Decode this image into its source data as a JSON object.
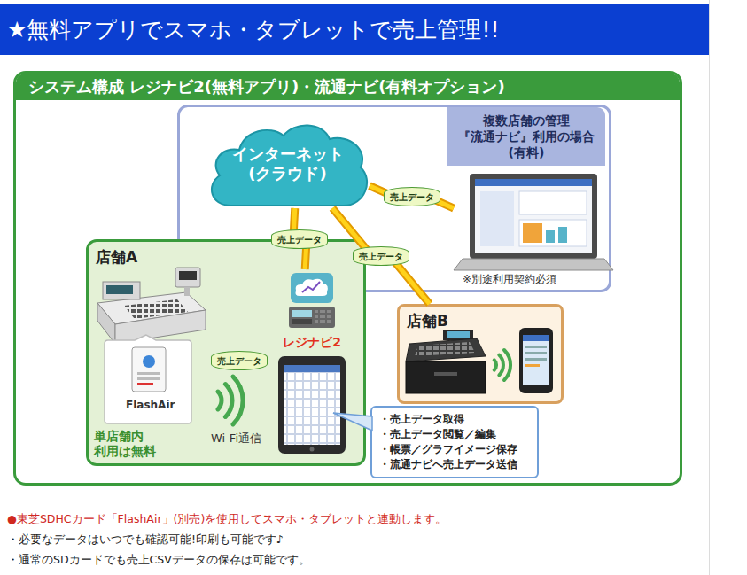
{
  "diagram": {
    "title": "★無料アプリでスマホ・タブレットで売上管理!!",
    "nodes": [
      {
        "text": [
          "システム構成 レジナビ2(無料アプリ)・流通ナビ(有料オプション)"
        ]
      },
      {
        "text": [
          "複数店舗の管理 『流通ナビ』利用の場合 (有料)"
        ],
        "in": 0
      },
      {
        "text": [
          "インターネット (クラウド)"
        ],
        "in": 1
      },
      {
        "text": [
          "※別途利用契約必須"
        ],
        "in": 1
      },
      {
        "text": [
          "店舗A",
          "単店舗内 利用は無料"
        ],
        "in": 0
      },
      {
        "text": [
          "レジナビ2"
        ],
        "in": 4
      },
      {
        "text": [
          "店舗B"
        ],
        "in": 0
      },
      {
        "text": [
          "・売上データ取得",
          "・売上データ閲覧／編集",
          "・帳票／グラフイメージ保存",
          "・流通ナビへ売上データ送信"
        ],
        "in": 0
      }
    ],
    "edges": [
      {
        "from": 2,
        "to": 3,
        "label": "売上データ",
        "arrow": "none"
      },
      {
        "from": 2,
        "to": 5,
        "label": "売上データ",
        "arrow": "none"
      },
      {
        "from": 2,
        "to": 6,
        "label": "売上データ",
        "arrow": "none"
      }
    ],
    "labels": [
      "売上データ",
      "FlashAir",
      "Wi-Fi通信",
      "●東芝SDHCカード「FlashAir」(別売)を使用してスマホ・タブレットと連動します。",
      "・必要なデータはいつでも確認可能!印刷も可能です♪",
      "・通常のSDカードでも売上CSVデータの保存は可能です。"
    ]
  }
}
